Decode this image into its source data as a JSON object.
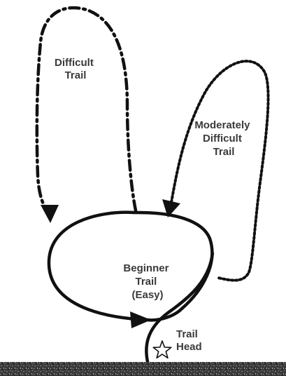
{
  "labels": {
    "difficult": [
      "Difficult",
      "Trail"
    ],
    "moderate": [
      "Moderately",
      "Difficult",
      "Trail"
    ],
    "beginner": [
      "Beginner",
      "Trail",
      "(Easy)"
    ],
    "trailhead": [
      "Trail",
      "Head"
    ]
  },
  "icons": {
    "trailhead_marker": "star-outline-icon",
    "ground": "ground-texture"
  },
  "colors": {
    "ink": "#111111",
    "text": "#3a3a3a",
    "ground": "#2a2a2a"
  }
}
